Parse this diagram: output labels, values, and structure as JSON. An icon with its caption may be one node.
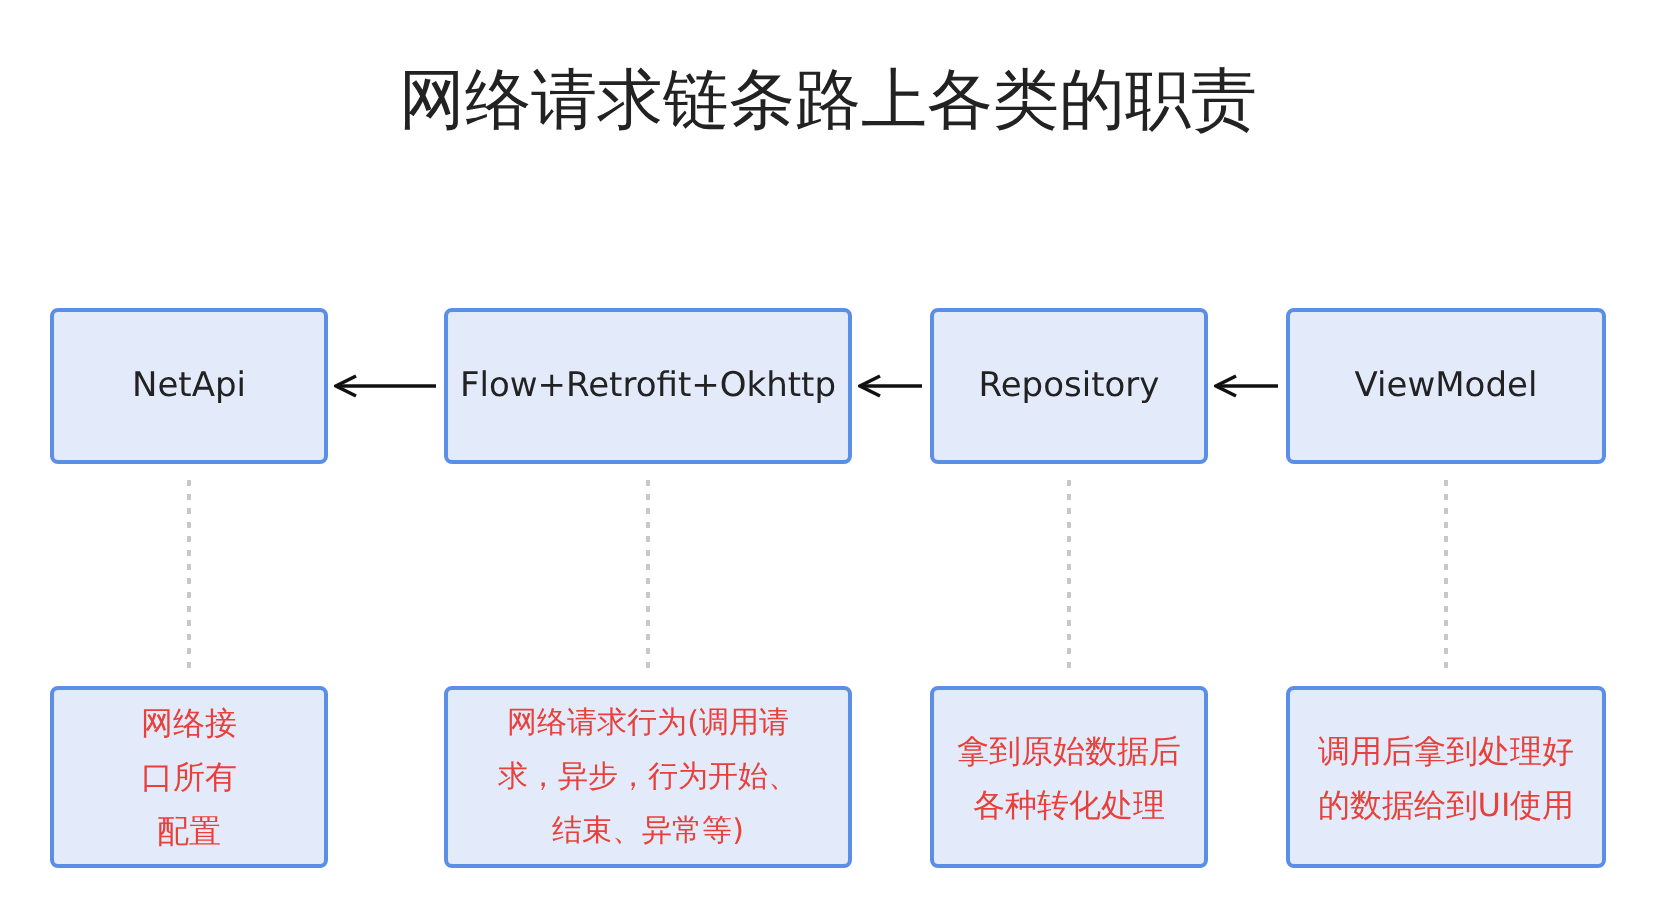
{
  "diagram": {
    "title": "网络请求链条路上各类的职责",
    "nodes": [
      {
        "text": [
          "NetApi"
        ]
      },
      {
        "text": [
          "Flow+Retrofit+Okhttp"
        ]
      },
      {
        "text": [
          "Repository"
        ]
      },
      {
        "text": [
          "ViewModel"
        ]
      },
      {
        "text": [
          "网络接口所有配置"
        ]
      },
      {
        "text": [
          "网络请求行为(调用请求，异步，行为开始、结束、异常等)"
        ]
      },
      {
        "text": [
          "拿到原始数据后各种转化处理"
        ]
      },
      {
        "text": [
          "调用后拿到处理好的数据给到UI使用"
        ]
      }
    ],
    "edges": [
      {
        "from": 1,
        "to": 0,
        "arrow": "to",
        "color": "#111111"
      },
      {
        "from": 2,
        "to": 1,
        "arrow": "to",
        "color": "#111111"
      },
      {
        "from": 3,
        "to": 2,
        "arrow": "to",
        "color": "#111111"
      },
      {
        "from": 0,
        "to": 4,
        "arrow": "none",
        "style": "dashed",
        "color": "#c8c8c8"
      },
      {
        "from": 1,
        "to": 5,
        "arrow": "none",
        "style": "dashed",
        "color": "#c8c8c8"
      },
      {
        "from": 2,
        "to": 6,
        "arrow": "none",
        "style": "dashed",
        "color": "#c8c8c8"
      },
      {
        "from": 3,
        "to": 7,
        "arrow": "none",
        "style": "dashed",
        "color": "#c8c8c8"
      }
    ]
  }
}
